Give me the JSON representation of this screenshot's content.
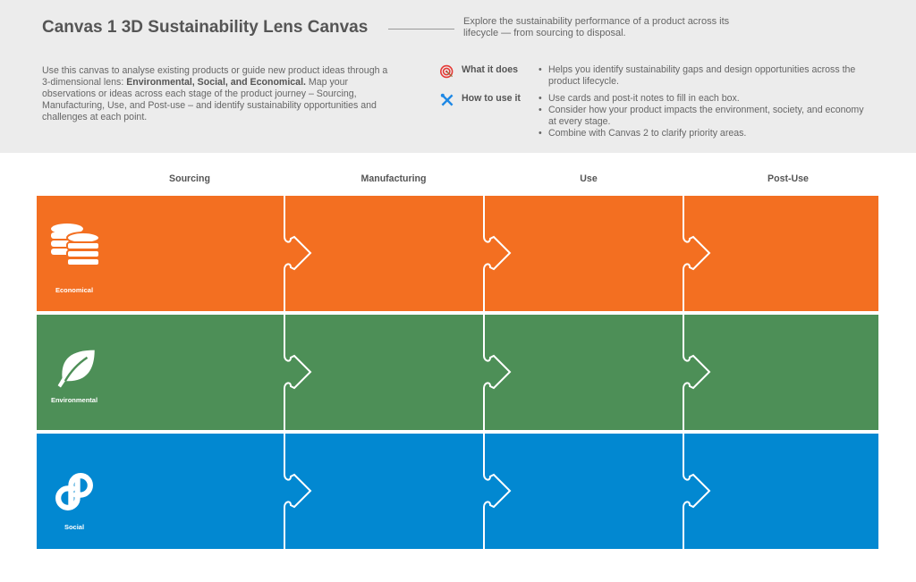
{
  "header": {
    "title": "Canvas 1 3D Sustainability Lens Canvas",
    "subtitle": "Explore the sustainability performance of a product across its lifecycle — from sourcing to disposal.",
    "intro_part1": "Use this canvas to analyse existing products or guide new product ideas through a 3-dimensional lens: ",
    "intro_bold": "Environmental, Social, and Economical.",
    "intro_part2": " Map your observations or ideas across each stage of the product journey – Sourcing, Manufacturing, Use, and Post-use – and identify sustainability opportunities and challenges at each point."
  },
  "info": {
    "what": {
      "icon": "target-icon",
      "label": "What it does",
      "items": [
        "Helps you identify sustainability gaps and design opportunities across the product lifecycle."
      ]
    },
    "how": {
      "icon": "tools-icon",
      "label": "How to use it",
      "items": [
        "Use cards and post-it notes to fill in each box.",
        "Consider how your product impacts the environment, society, and economy at every stage.",
        "Combine with Canvas 2 to clarify priority areas."
      ]
    }
  },
  "columns": [
    "Sourcing",
    "Manufacturing",
    "Use",
    "Post-Use"
  ],
  "rows": [
    {
      "label": "Economical",
      "icon": "coins-icon",
      "color": "#f36f21"
    },
    {
      "label": "Environmental",
      "icon": "leaf-icon",
      "color": "#4d8f57"
    },
    {
      "label": "Social",
      "icon": "social-icon",
      "color": "#0288d1"
    }
  ]
}
